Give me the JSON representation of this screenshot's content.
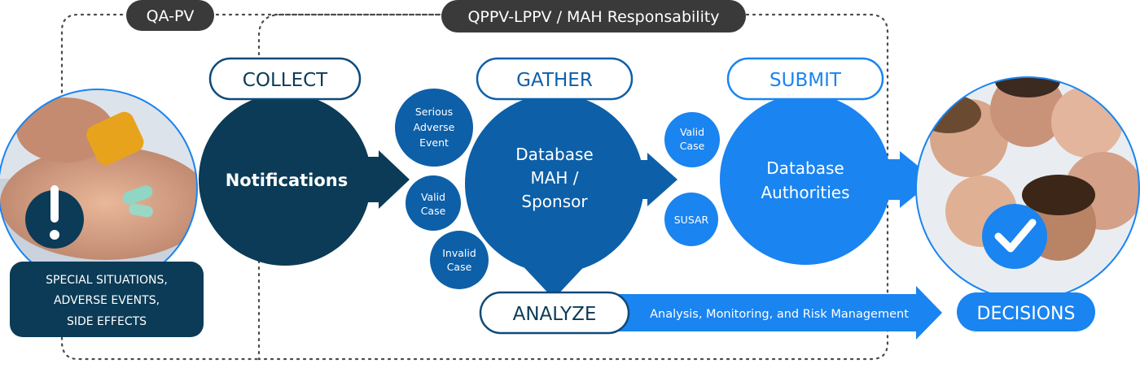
{
  "zones": {
    "qa_pv": "QA-PV",
    "qppv": "QPPV-LPPV / MAH Responsability"
  },
  "stages": {
    "collect": "COLLECT",
    "gather": "GATHER",
    "submit": "SUBMIT",
    "analyze": "ANALYZE",
    "decisions": "DECISIONS"
  },
  "nodes": {
    "notifications": "Notifications",
    "database_mah": [
      "Database",
      "MAH /",
      "Sponsor"
    ],
    "database_authorities": [
      "Database",
      "Authorities"
    ]
  },
  "case_bubbles": {
    "serious": [
      "Serious",
      "Adverse",
      "Event"
    ],
    "valid_1": [
      "Valid",
      "Case"
    ],
    "invalid": [
      "Invalid",
      "Case"
    ],
    "valid_2": [
      "Valid",
      "Case"
    ],
    "susar": "SUSAR"
  },
  "analysis_arrow": "Analysis, Monitoring, and Risk Management",
  "special_situations": [
    "SPECIAL SITUATIONS,",
    "ADVERSE EVENTS,",
    "SIDE EFFECTS"
  ],
  "icons": {
    "warning": "exclamation-icon",
    "check": "check-icon",
    "photo_pills": "pills-in-hand-image",
    "photo_people": "group-of-people-image"
  },
  "colors": {
    "dark_navy": "#0b3b56",
    "mid_blue": "#0d5fa8",
    "bright_blue": "#1a84f0",
    "label_border": "#0d4a7a",
    "zone_tag": "#3a3a3a"
  }
}
